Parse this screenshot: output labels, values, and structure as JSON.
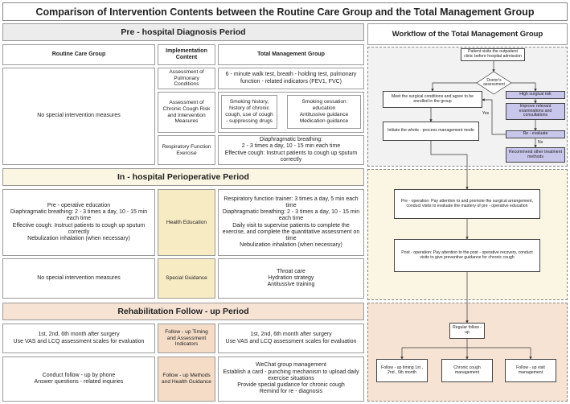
{
  "title": "Comparison of Intervention Contents between the Routine Care Group and the Total Management Group",
  "colors": {
    "pre_bg": "#ececec",
    "in_bg": "#fbf6e3",
    "in_mid": "#f7ebc4",
    "rehab_bg": "#f6e3d4",
    "rehab_mid": "#f4dcc7",
    "purple": "#c9c6ec"
  },
  "sections": {
    "pre": "Pre - hospital Diagnosis Period",
    "in": "In - hospital Perioperative Period",
    "rehab": "Rehabilitation Follow - up Period",
    "workflow": "Workflow of the Total Management Group"
  },
  "headers": {
    "routine": "Routine Care Group",
    "content": "Implementation Content",
    "total": "Total Management Group"
  },
  "pre_rows": {
    "routine": "No special intervention measures",
    "pulmonary": {
      "content": "Assessment of Pulmonary Conditions",
      "total": "6 - minute walk test, breath - holding test, pulmonary function - related indicators (FEV1, FVC)"
    },
    "cough": {
      "content": "Assessment of Chronic Cough Risk and Intervention Measures",
      "left": "Smoking history, history of chronic cough, use of cough - suppressing drugs",
      "right": "Smoking cessation education\nAntitussive guidance\nMedication guidance"
    },
    "respiratory": {
      "content": "Respiratory Function Exercise",
      "total": "Diaphragmatic breathing:\n2 - 3 times a day, 10 - 15 min each time\nEffective cough: Instruct patients to cough up sputum correctly"
    }
  },
  "in_rows": {
    "education": {
      "routine": "Pre - operative education\nDiaphragmatic breathing: 2 - 3 times a day, 10 - 15 min each time\nEffective cough: Instruct patients to cough up sputum correctly\nNebulization inhalation (when necessary)",
      "content": "Health Education",
      "total": "Respiratory function trainer: 3 times a day, 5 min each time\nDiaphragmatic breathing: 2 - 3 times a day, 10 - 15 min each time\nDaily visit to supervise patients to complete the exercise, and complete the quantitative assessment on time\nNebulization inhalation (when necessary)"
    },
    "special": {
      "routine": "No special intervention measures",
      "content": "Special Guidance",
      "total": "Throat care\nHydration strategy\nAntitussive training"
    }
  },
  "rehab_rows": {
    "timing": {
      "routine": "1st, 2nd, 6th month after surgery\nUse VAS and LCQ assessment scales for evaluation",
      "content": "Follow - up Timing and Assessment Indicators",
      "total": "1st, 2nd, 6th month after surgery\nUse VAS and LCQ assessment scales for evaluation"
    },
    "methods": {
      "routine": "Conduct follow - up by phone\nAnswer questions - related inquiries",
      "content": "Follow - up Methods and Health Guidance",
      "total": "WeChat group management\nEstablish a card - punching mechanism to upload daily exercise situations\nProvide special guidance for chronic cough\nRemind for re - diagnosis"
    }
  },
  "workflow": {
    "visit": "Patient visits the outpatient clinic before hospital admission",
    "assessment": "Doctor's assessment",
    "meet": "Meet the surgical conditions and agree to be enrolled in the group",
    "high_risk": "High surgical risk",
    "improve": "Improve relevant examinations and consultations",
    "reevaluate": "Re - evaluate",
    "yes": "Yes",
    "no": "No",
    "recommend": "Recommend other treatment methods",
    "initiate": "Initiate the whole - process management mode",
    "preop": "Pre - operation: Pay attention to and promote the surgical arrangement, conduct visits to evaluate the mastery of pre - operative education",
    "postop": "Post - operation: Pay attention to the post - operative recovery, conduct visits to give preventive guidance for chronic cough",
    "regular": "Regular follow - up",
    "fu_timing": "Follow - up timing 1st , 2nd , 6th month",
    "fu_cough": "Chronic cough management",
    "fu_visit": "Follow - up visit management"
  }
}
